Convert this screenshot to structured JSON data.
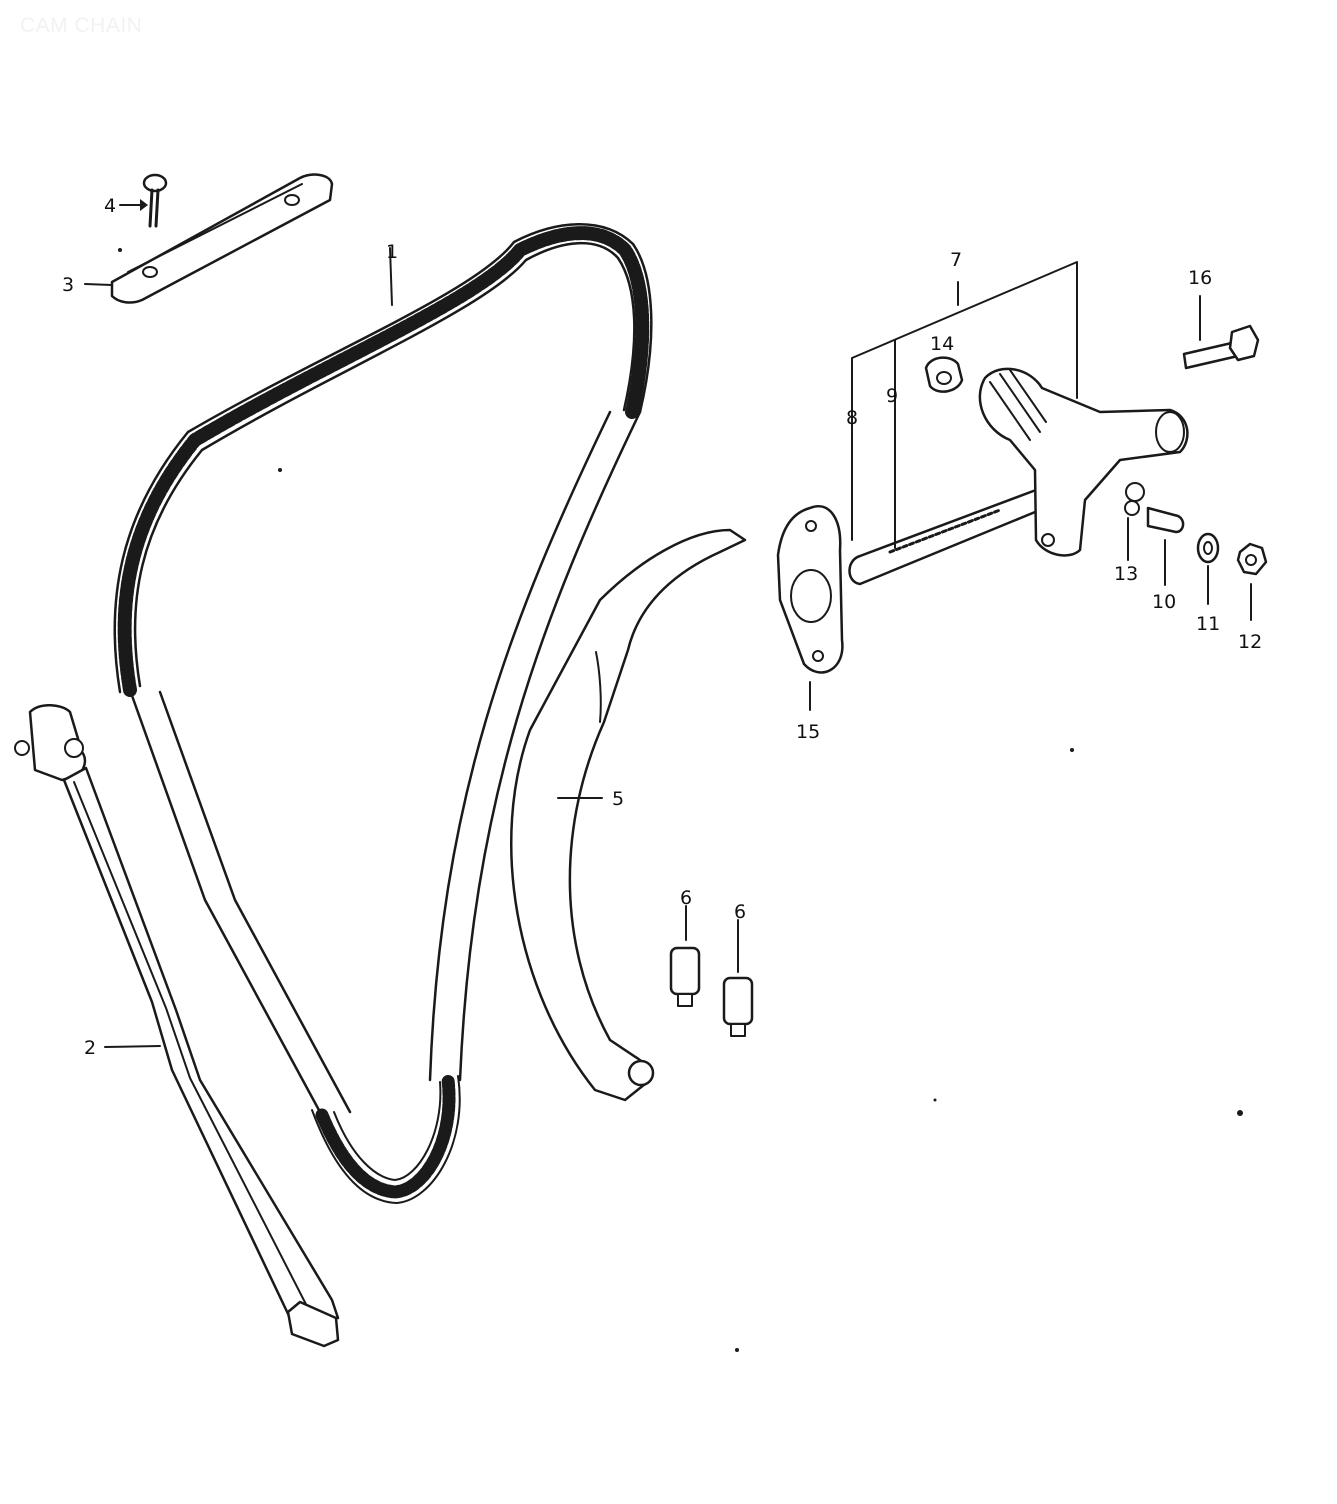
{
  "title": "CAM CHAIN",
  "callouts": {
    "c1": "1",
    "c2": "2",
    "c3": "3",
    "c4": "4",
    "c5": "5",
    "c6a": "6",
    "c6b": "6",
    "c7": "7",
    "c8": "8",
    "c9": "9",
    "c10": "10",
    "c11": "11",
    "c12": "12",
    "c13": "13",
    "c14": "14",
    "c15": "15",
    "c16": "16"
  }
}
